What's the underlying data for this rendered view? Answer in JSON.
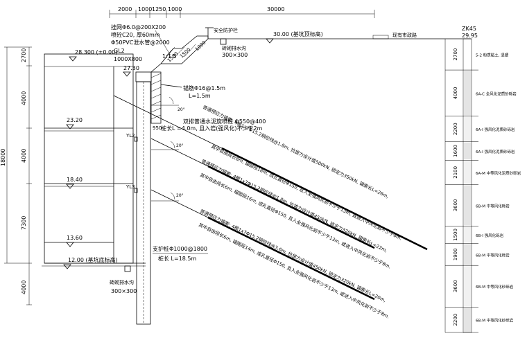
{
  "top_dims": [
    "2000",
    "1000",
    "1250",
    "1000",
    "30000"
  ],
  "left_dims": [
    "2700",
    "4000",
    "4000",
    "7300",
    "4000"
  ],
  "left_total": "18000",
  "levels": {
    "top": "28.300 (±0.00)",
    "l1": "23.20",
    "l2": "18.40",
    "l3": "13.60",
    "bottom": "12.00 (基坑底标高)",
    "crest": "27.30",
    "ground": "30.00 (基坑顶标高)"
  },
  "notes": {
    "soil_nail": "挂网Φ6.0@200X200",
    "shotcrete": "喷砼C20, 厚60mm",
    "drain_pipe": "Φ50PVC泄水管@2000",
    "slope": "1:1.5",
    "guardrail": "安全防护栏",
    "drain_ditch_top": "砖砌排水沟",
    "ditch_size_top": "300×300",
    "road": "现有市政路",
    "gl2_label": "GL2",
    "gl2_size": "1000X800",
    "anchor_bar": "锚筋Φ16@1.5m",
    "anchor_len": "L=1.5m",
    "jet_pile": "双排普通水泥旋喷桩 Φ550@400",
    "jet_pile_len": "桩长L =4.0m, 且入岩(强风化)不少于2m",
    "dim_950": "950",
    "pile_spec": "支护桩Φ1000@1800",
    "pile_len": "桩长  L=18.5m",
    "drain_ditch_bottom": "砖砌排水沟",
    "ditch_size_bottom": "300×300",
    "berm": [
      "1500",
      "1500",
      "1000"
    ]
  },
  "beams": [
    "YL2",
    "YL3"
  ],
  "angle": "20°",
  "anchors": [
    {
      "top": "普通预应力锚索: 4根1x7Φ15.2钢绞线@1.8m, 抗拔力设计值500kN, 锁定力350kN, 锚索长L=26m,",
      "bottom": "其中自由段长8m, 锚固段18m, 成孔直径Φ150, 且入全强风化岩不少于13m, 或进入中风化岩不少于8m."
    },
    {
      "top": "普通预应力锚索: 4根1x7Φ15.2钢绞线@1.8m, 抗拔力设计值450kN, 锁定力320kN, 锚索长L=22m,",
      "bottom": "其中自由段长6m, 锚固段16m, 成孔直径Φ150, 且入全强风化岩不少于13m, 或进入中风化岩不少于8m."
    },
    {
      "top": "普通预应力锚索: 4根1x7Φ15.2钢绞线@3.6m, 抗拔力设计值450kN, 锁定力320kN, 锚索长L=20m,",
      "bottom": "其中自由段长6m, 锚固段14m, 成孔直径Φ150, 且入全强风化岩不少于13m, 或进入中风化岩不少于8m."
    }
  ],
  "borehole": {
    "name": "ZK45",
    "elev": "29.95",
    "layers": [
      {
        "thick": "2700",
        "desc": "5-2 粉质黏土, 坚硬"
      },
      {
        "thick": "4000",
        "desc": "6A-C 全风化泥质砂砾岩"
      },
      {
        "thick": "2200",
        "desc": "6A-I 强风化泥质砂砾岩"
      },
      {
        "thick": "1600",
        "desc": "6A-I 强风化泥质砂砾岩"
      },
      {
        "thick": "2100",
        "desc": "6A-M 中等风化泥质砂砾岩"
      },
      {
        "thick": "3600",
        "desc": "6B-M 中等风化砾岩"
      },
      {
        "thick": "1500",
        "desc": "6B-I 强风化砾岩"
      },
      {
        "thick": "1900",
        "desc": "6B-M 中等风化砾岩"
      },
      {
        "thick": "3600",
        "desc": "6B-M 中等风化砂砾岩"
      },
      {
        "thick": "2200",
        "desc": "6B-M 中等风化砂砾岩"
      }
    ]
  }
}
